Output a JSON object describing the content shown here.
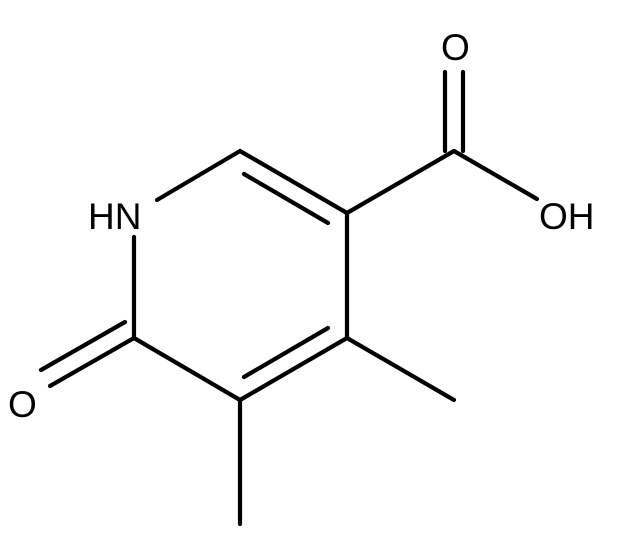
{
  "molecule": {
    "atom_labels": {
      "nh": "HN",
      "ketone_o": "O",
      "acid_o": "O",
      "acid_oh": "OH"
    }
  }
}
